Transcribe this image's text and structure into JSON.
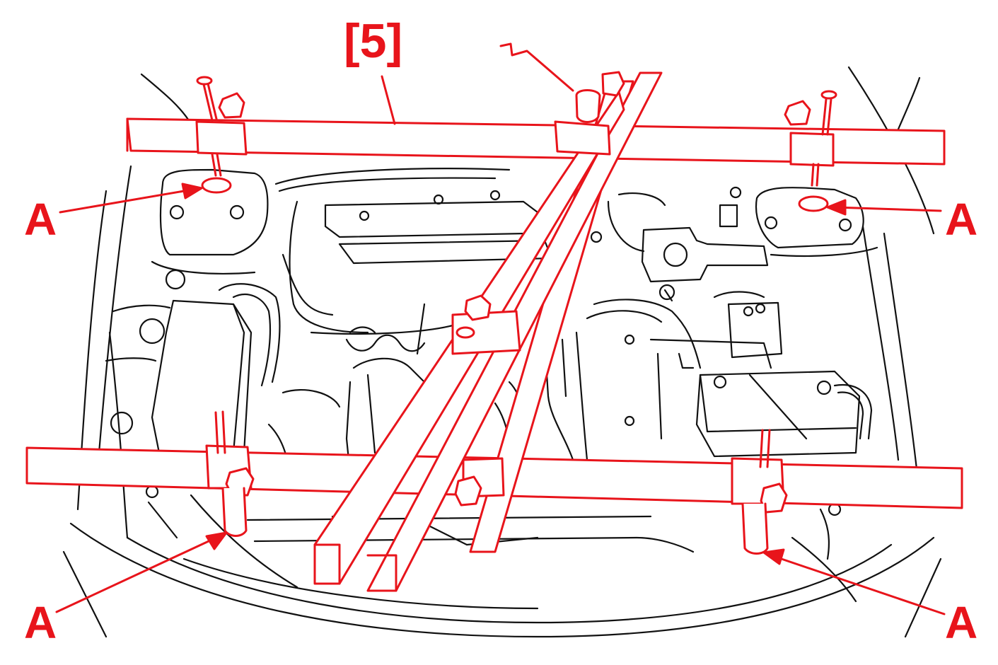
{
  "colors": {
    "line": "#111111",
    "tool": "#e8141b",
    "background": "#ffffff"
  },
  "labels": {
    "tool_reference": "[5]",
    "mount_front_left": "A",
    "mount_front_right": "A",
    "mount_rear_left": "A",
    "mount_rear_right": "A"
  }
}
